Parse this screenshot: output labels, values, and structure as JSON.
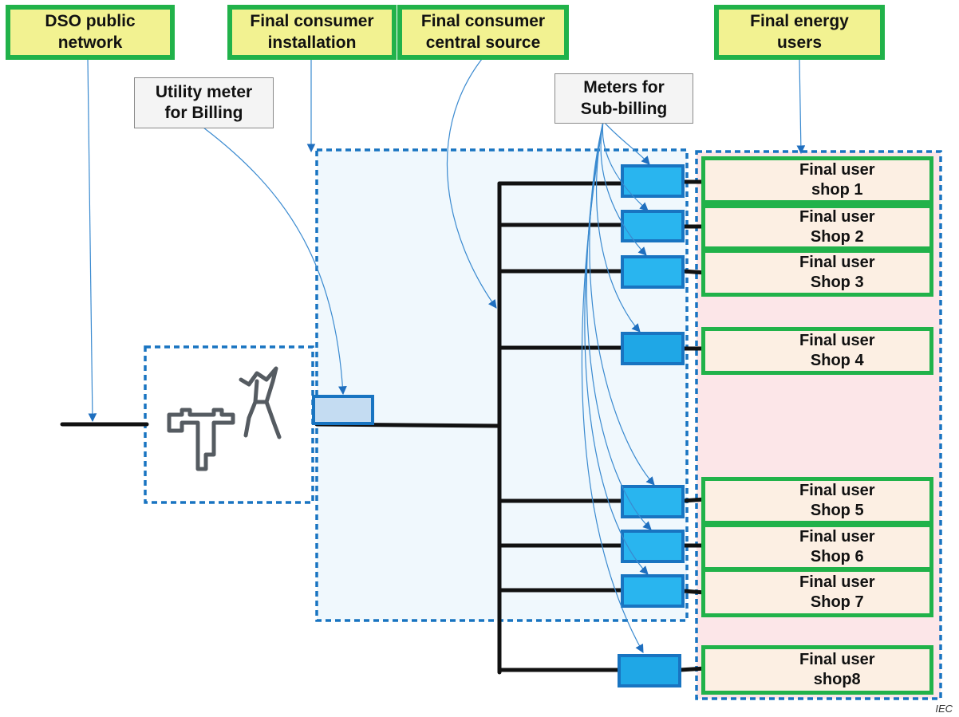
{
  "labels": {
    "dso_public_network": "DSO public\nnetwork",
    "final_consumer_installation": "Final consumer\ninstallation",
    "final_consumer_central_source": "Final consumer\ncentral source",
    "final_energy_users": "Final energy\nusers",
    "utility_meter": "Utility meter\nfor Billing",
    "sub_meters": "Meters for\nSub-billing"
  },
  "shops": [
    {
      "label": "Final user\nshop 1"
    },
    {
      "label": "Final user\nShop 2"
    },
    {
      "label": "Final user\nShop 3"
    },
    {
      "label": "Final user\nShop 4"
    },
    {
      "label": "Final user\nShop 5"
    },
    {
      "label": "Final user\nShop 6"
    },
    {
      "label": "Final user\nShop 7"
    },
    {
      "label": "Final user\nshop8"
    }
  ],
  "credit": "IEC",
  "colors": {
    "label_fill": "#f2f291",
    "label_border": "#21b24a",
    "meter_fill": "#29b5ef",
    "meter_border": "#1874c1",
    "dashed": "#1874c1",
    "installation_fill": "#f0f8fd",
    "users_fill": "#fce6e8",
    "shop_fill": "#fcefe3",
    "bus": "#111111",
    "arrow": "#3a8ad0"
  }
}
